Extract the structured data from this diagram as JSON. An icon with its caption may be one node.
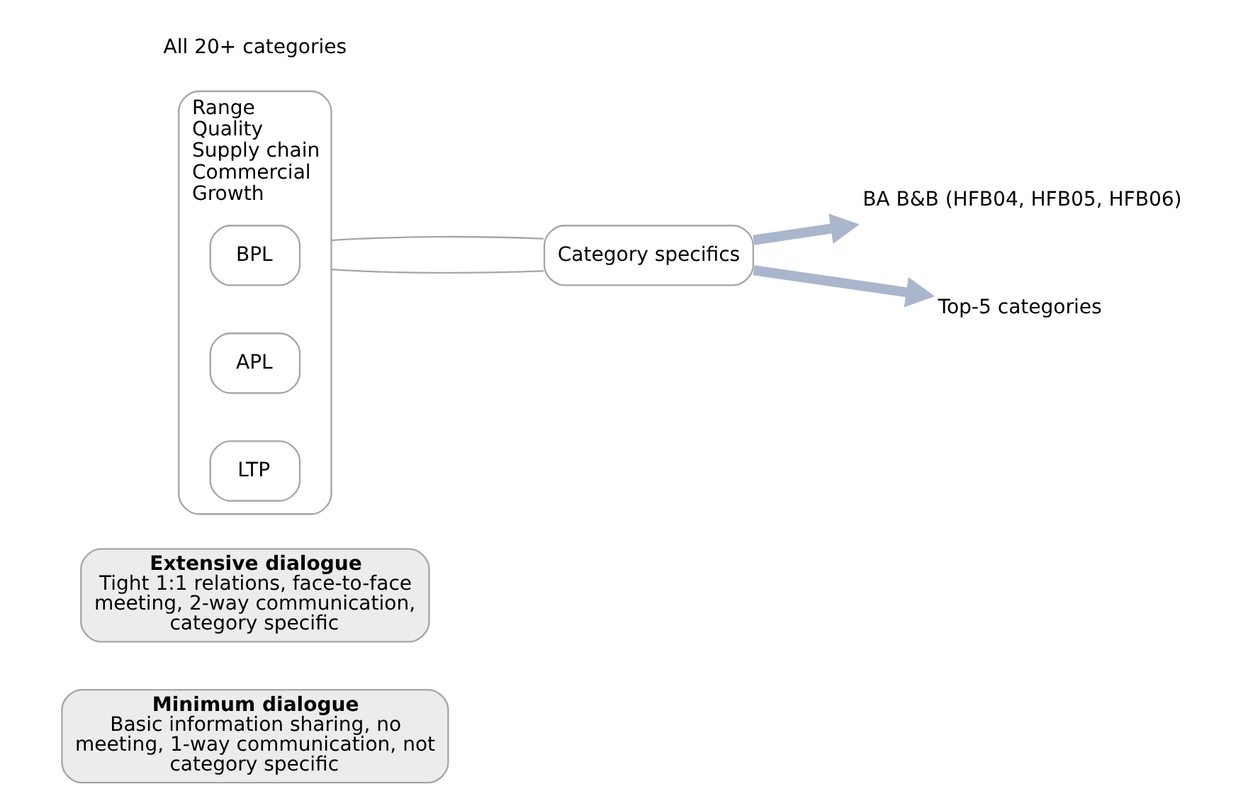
{
  "diagram": {
    "nodes": [
      {
        "text": [
          "Minimum dialogue",
          "Basic information sharing, no meeting, 1-way communication, not category specific"
        ]
      },
      {
        "text": [
          "Extensive dialogue",
          "Tight 1:1 relations, face-to-face meeting, 2-way communication, category specific"
        ]
      },
      {
        "text": [
          "Range",
          "Quality",
          "Supply chain",
          "Commercial",
          "Growth"
        ],
        "beside": [
          "All 20+ categories"
        ]
      },
      {
        "text": [
          "BPL"
        ],
        "in": 2
      },
      {
        "text": [
          "APL"
        ],
        "in": 2
      },
      {
        "text": [
          "LTP"
        ],
        "in": 2
      },
      {
        "text": [
          "Category specifics"
        ]
      },
      {
        "text": [
          "BA B&B (HFB04, HFB05, HFB06)"
        ]
      },
      {
        "text": [
          "Top-5 categories"
        ]
      }
    ],
    "edges": [
      {
        "from": 2,
        "to": 6,
        "arrow": "none",
        "color": "#a6a6a6"
      },
      {
        "from": 2,
        "to": 6,
        "arrow": "none",
        "color": "#a6a6a6"
      },
      {
        "from": 6,
        "to": 7,
        "arrow": "to",
        "style": "thick",
        "color": "#a9b6cc"
      },
      {
        "from": 6,
        "to": 8,
        "arrow": "to",
        "style": "thick",
        "color": "#a9b6cc"
      }
    ]
  }
}
